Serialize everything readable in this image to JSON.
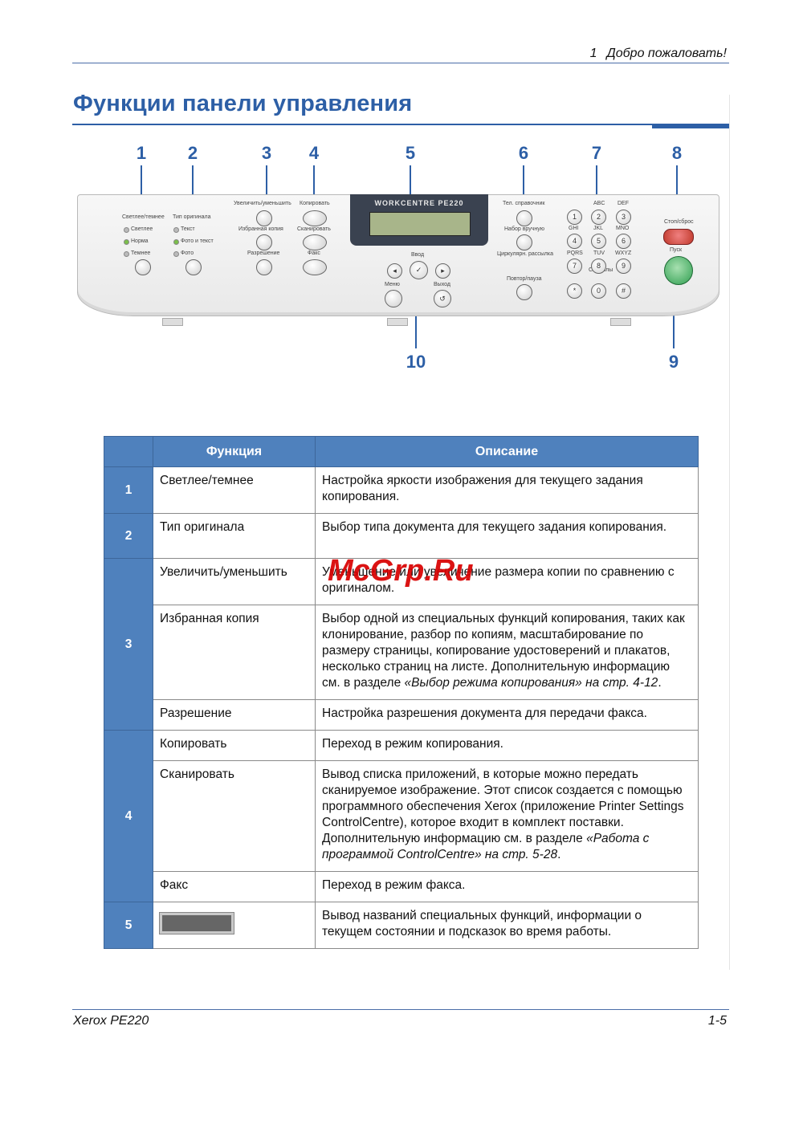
{
  "header": {
    "chapter_number": "1",
    "chapter_title": "Добро пожаловать!"
  },
  "page_title": "Функции панели управления",
  "figure": {
    "callouts": [
      "1",
      "2",
      "3",
      "4",
      "5",
      "6",
      "7",
      "8",
      "9",
      "10"
    ],
    "panel": {
      "brand": "WORKCENTRE PE220",
      "labels": {
        "lighter_darker": "Светлее/темнее",
        "lighter": "Светлее",
        "normal": "Норма",
        "darker": "Темнее",
        "original_type": "Тип оригинала",
        "text": "Текст",
        "text_photo": "Фото и текст",
        "photo": "Фото",
        "reduce_enlarge": "Увеличить/уменьшить",
        "favorite_copy": "Избранная копия",
        "resolution": "Разрешение",
        "copy": "Копировать",
        "scan": "Сканировать",
        "fax": "Факс",
        "enter": "Ввод",
        "menu": "Меню",
        "exit": "Выход",
        "phonebook": "Тел. справочник",
        "manual_dial": "Набор вручную",
        "broadcast": "Циркулярн. рассылка",
        "redial": "Повтор/пауза",
        "stop_clear": "Стоп/сброс",
        "start": "Пуск",
        "symbols": "Символы"
      },
      "keypad": [
        "1",
        "2",
        "3",
        "4",
        "5",
        "6",
        "7",
        "8",
        "9",
        "*",
        "0",
        "#"
      ],
      "keypad_letters": [
        "ABC",
        "DEF",
        "GHI",
        "JKL",
        "MNO",
        "PQRS",
        "TUV",
        "WXYZ"
      ]
    }
  },
  "table": {
    "headers": {
      "function": "Функция",
      "description": "Описание"
    },
    "rows": {
      "r1": {
        "idx": "1",
        "fn": "Светлее/темнее",
        "desc": "Настройка яркости изображения для текущего задания копирования."
      },
      "r2": {
        "idx": "2",
        "fn": "Тип оригинала",
        "desc": "Выбор типа документа для текущего задания копирования."
      },
      "r3a": {
        "idx": "3",
        "fn": "Увеличить/уменьшить",
        "desc": "Уменьшение или увеличение размера копии по сравнению с оригиналом."
      },
      "r3b": {
        "fn": "Избранная копия",
        "desc": "Выбор одной из специальных функций копирования, таких как клонирование, разбор по копиям, масштабирование по размеру страницы, копирование удостоверений и плакатов, несколько страниц на листе. Дополнительную информацию см. в разделе ",
        "desc_ref": "«Выбор режима копирования» на стр. 4-12",
        "desc_end": "."
      },
      "r3c": {
        "fn": "Разрешение",
        "desc": "Настройка разрешения документа для передачи факса."
      },
      "r4a": {
        "idx": "4",
        "fn": "Копировать",
        "desc": "Переход в режим копирования."
      },
      "r4b": {
        "fn": "Сканировать",
        "desc": "Вывод списка приложений, в которые можно передать сканируемое изображение. Этот список создается с помощью программного обеспечения Xerox (приложение Printer Settings ControlCentre), которое входит в комплект поставки. Дополнительную информацию см. в разделе ",
        "desc_ref": "«Работа с программой ControlCentre» на стр. 5-28",
        "desc_end": "."
      },
      "r4c": {
        "fn": "Факс",
        "desc": "Переход в режим факса."
      },
      "r5": {
        "idx": "5",
        "desc": "Вывод названий специальных функций, информации о текущем состоянии и подсказок во время работы."
      }
    }
  },
  "watermark": "McGrp.Ru",
  "footer": {
    "left": "Xerox PE220",
    "right": "1-5"
  }
}
